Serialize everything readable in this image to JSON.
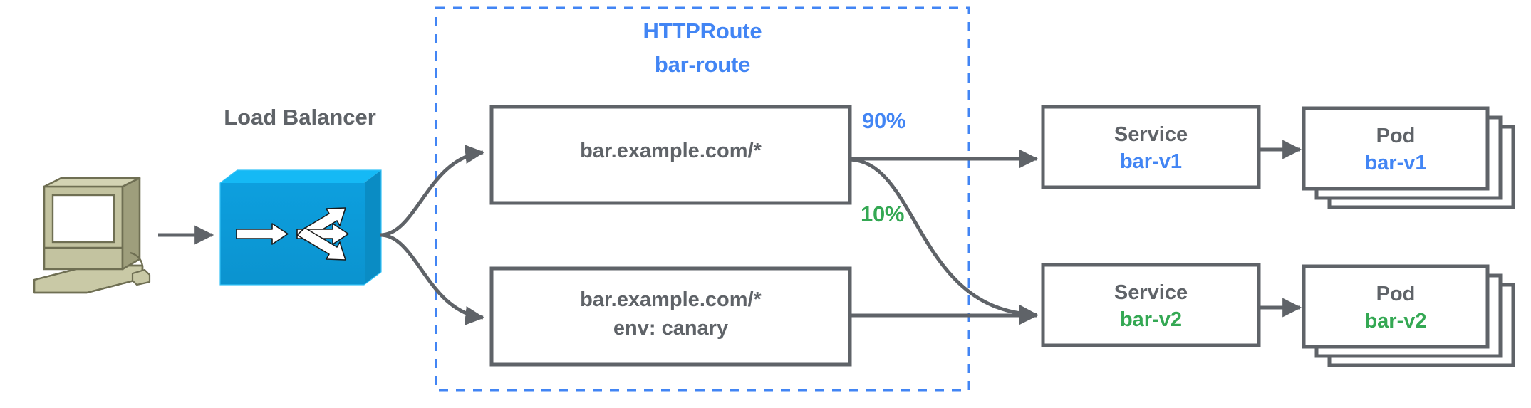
{
  "diagram": {
    "title": "HTTPRoute traffic splitting canary diagram",
    "colors": {
      "blue": "#4285f4",
      "green": "#34a853",
      "gray": "#5f6368",
      "lb_blue": "#0d9ddb",
      "lb_blue_light": "#0bb5f4",
      "monitor_khaki": "#b7b791",
      "dashed_border": "#4285f4"
    }
  },
  "client": {
    "icon": "desktop-computer-icon"
  },
  "load_balancer": {
    "label": "Load Balancer",
    "icon": "load-balancer-icon"
  },
  "httproute": {
    "kind_label": "HTTPRoute",
    "name_label": "bar-route",
    "rules": [
      {
        "id": "rule-primary",
        "lines": [
          "bar.example.com/*"
        ]
      },
      {
        "id": "rule-canary",
        "lines": [
          "bar.example.com/*",
          "env: canary"
        ]
      }
    ]
  },
  "weights": [
    {
      "id": "weight-90",
      "label": "90%",
      "color": "blue"
    },
    {
      "id": "weight-10",
      "label": "10%",
      "color": "green"
    }
  ],
  "services": [
    {
      "id": "service-bar-v1",
      "kind": "Service",
      "name": "bar-v1",
      "color": "blue"
    },
    {
      "id": "service-bar-v2",
      "kind": "Service",
      "name": "bar-v2",
      "color": "green"
    }
  ],
  "pods": [
    {
      "id": "pod-bar-v1",
      "kind": "Pod",
      "name": "bar-v1",
      "color": "blue",
      "replicas": 3
    },
    {
      "id": "pod-bar-v2",
      "kind": "Pod",
      "name": "bar-v2",
      "color": "green",
      "replicas": 3
    }
  ]
}
